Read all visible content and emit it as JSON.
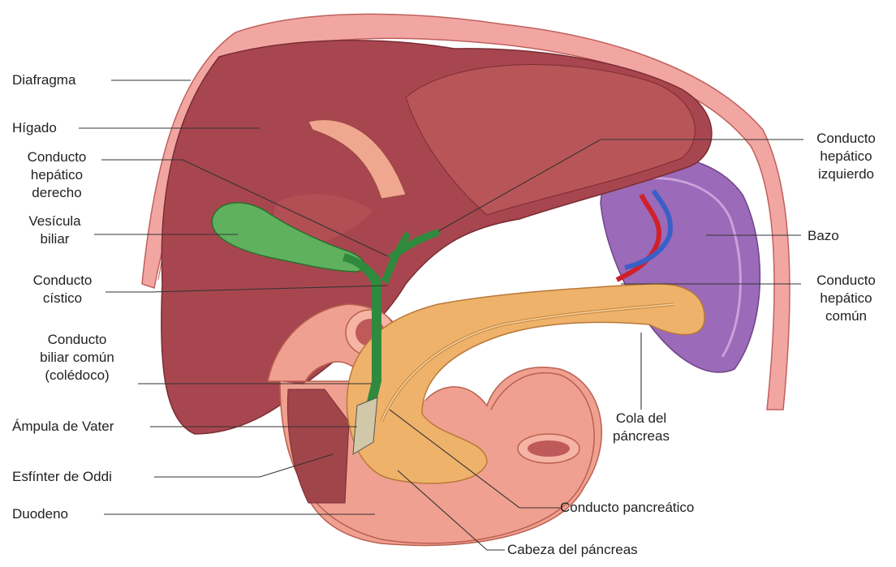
{
  "labels": {
    "diafragma": "Diafragma",
    "higado": "Hígado",
    "hepatico_derecho": [
      "Conducto",
      "hepático",
      "derecho"
    ],
    "vesicula": [
      "Vesícula",
      "biliar"
    ],
    "cistico": [
      "Conducto",
      "cístico"
    ],
    "coledoco": [
      "Conducto",
      "biliar común",
      "(colédoco)"
    ],
    "ampula": "Ámpula de Vater",
    "oddi": "Esfínter de Oddi",
    "duodeno": "Duodeno",
    "hepatico_izquierdo": [
      "Conducto",
      "hepático",
      "izquierdo"
    ],
    "bazo": "Bazo",
    "hepatico_comun": [
      "Conducto",
      "hepático",
      "común"
    ],
    "cola_pancreas": [
      "Cola del",
      "páncreas"
    ],
    "conducto_pancreatico": "Conducto pancreático",
    "cabeza_pancreas": "Cabeza del páncreas"
  },
  "colors": {
    "liver": "#a8464f",
    "liver_light": "#c96b6e",
    "diaphragm": "#f2a6a2",
    "gallbladder": "#5fb05f",
    "bile_duct": "#2f8a3e",
    "pancreas": "#eeb26a",
    "duodenum": "#f0a090",
    "spleen": "#9b6ab8",
    "artery": "#d0202a",
    "vein": "#3a5fc8"
  }
}
